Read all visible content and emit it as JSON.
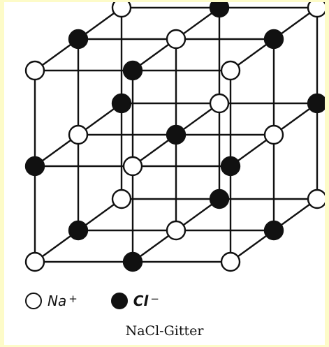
{
  "legend": {
    "na_label": "Na",
    "na_charge": "+",
    "cl_label": "Cl",
    "cl_charge": "−"
  },
  "caption": "NaCl-Gitter",
  "colors": {
    "background": "#fdfbc8",
    "line": "#111111",
    "na_fill": "#ffffff",
    "cl_fill": "#111111"
  }
}
